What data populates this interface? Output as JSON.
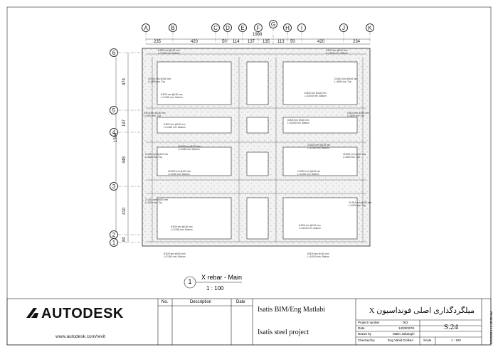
{
  "grid": {
    "columns": [
      {
        "id": "A"
      },
      {
        "id": "B"
      },
      {
        "id": "C"
      },
      {
        "id": "D"
      },
      {
        "id": "E"
      },
      {
        "id": "F"
      },
      {
        "id": "G"
      },
      {
        "id": "H"
      },
      {
        "id": "I"
      },
      {
        "id": "J"
      },
      {
        "id": "K"
      }
    ],
    "rows": [
      {
        "id": "6"
      },
      {
        "id": "5"
      },
      {
        "id": "4"
      },
      {
        "id": "3"
      },
      {
        "id": "2"
      },
      {
        "id": "1"
      }
    ]
  },
  "dimensions": {
    "overall_top": "1908",
    "top_segments": [
      "235",
      "420",
      "50",
      "114",
      "137",
      "135",
      "113",
      "50",
      "420",
      "234"
    ],
    "left_overall": "1594",
    "left_segments": [
      "474",
      "197",
      "448",
      "410",
      "80"
    ]
  },
  "rebar_labels": {
    "l1": "8 Ø20 mm @140 mm",
    "l1b": "L=11340 mm -Bottom",
    "l2": "8 Ø20 mm @140 mm",
    "l2b": "L=14040 mm -Bottom",
    "l3": "24 Ø14 mm @150 mm",
    "l3b": "L=1880 mm -Top",
    "l4": "5 Ø14 mm @150 mm",
    "l4b": "L=1600 mm -Top",
    "l5": "16 Ø20 mm @125 mm",
    "l5b": "L=11340 mm -Bottom",
    "l6": "15 Ø14 mm @100 mm",
    "l6b": "L=1620 mm -Top",
    "l7": "21 Ø14 mm @150 mm",
    "l7b": "L=1620 mm -Top",
    "l8": "8 Ø20 mm @140 mm",
    "l8b": "L=11340 mm -Bottom"
  },
  "view": {
    "number": "1",
    "title": "X rebar - Main",
    "scale": "1 : 100"
  },
  "title_block": {
    "brand": "AUTODESK",
    "website": "www.autodesk.com/revit",
    "revision_headers": {
      "no": "No.",
      "description": "Description",
      "date": "Date"
    },
    "company": "Isatis BIM/Eng Matlabi",
    "project_title": "Isatis steel project",
    "sheet_name": "میلگردگذاری اصلی فونداسیون X",
    "project_number_label": "Project number",
    "project_number": "002",
    "date_label": "Date",
    "date": "1403/02/01",
    "drawn_by_label": "Drawn by",
    "drawn_by": "Matin Jahangiri",
    "checked_by_label": "Checked by",
    "checked_by": "Eng Vahid Golkari",
    "sheet_number": "S.24",
    "scale_label": "Scale",
    "scale": "1 : 100",
    "timestamp": "5/22/2024 11:38:50 AM"
  }
}
